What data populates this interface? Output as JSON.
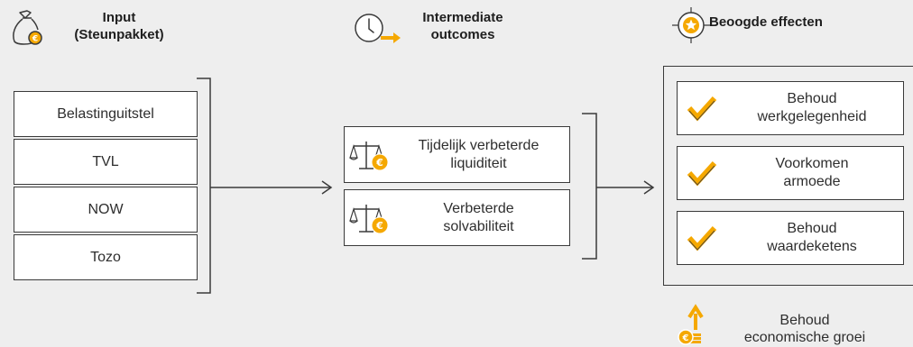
{
  "headers": {
    "input": [
      "Input",
      "(Steunpakket)"
    ],
    "intermediate": [
      "Intermediate",
      "outcomes"
    ],
    "effects": [
      "Beoogde effecten"
    ]
  },
  "inputs": [
    "Belastinguitstel",
    "TVL",
    "NOW",
    "Tozo"
  ],
  "outcomes": [
    [
      "Tijdelijk verbeterde",
      "liquiditeit"
    ],
    [
      "Verbeterde",
      "solvabiliteit"
    ]
  ],
  "effects": [
    [
      "Behoud",
      "werkgelegenheid"
    ],
    [
      "Voorkomen",
      "armoede"
    ],
    [
      "Behoud",
      "waardeketens"
    ]
  ],
  "bottom_effect": [
    "Behoud",
    "economische groei"
  ],
  "icons": {
    "input": "money-bag-icon",
    "intermediate": "clock-arrow-icon",
    "effects": "target-star-icon",
    "outcome": "scale-euro-icon",
    "effect": "checkmark-icon",
    "growth": "coins-arrow-up-icon"
  },
  "colors": {
    "accent": "#f5a800",
    "line": "#3a3a3a",
    "background": "#eeeeee"
  }
}
